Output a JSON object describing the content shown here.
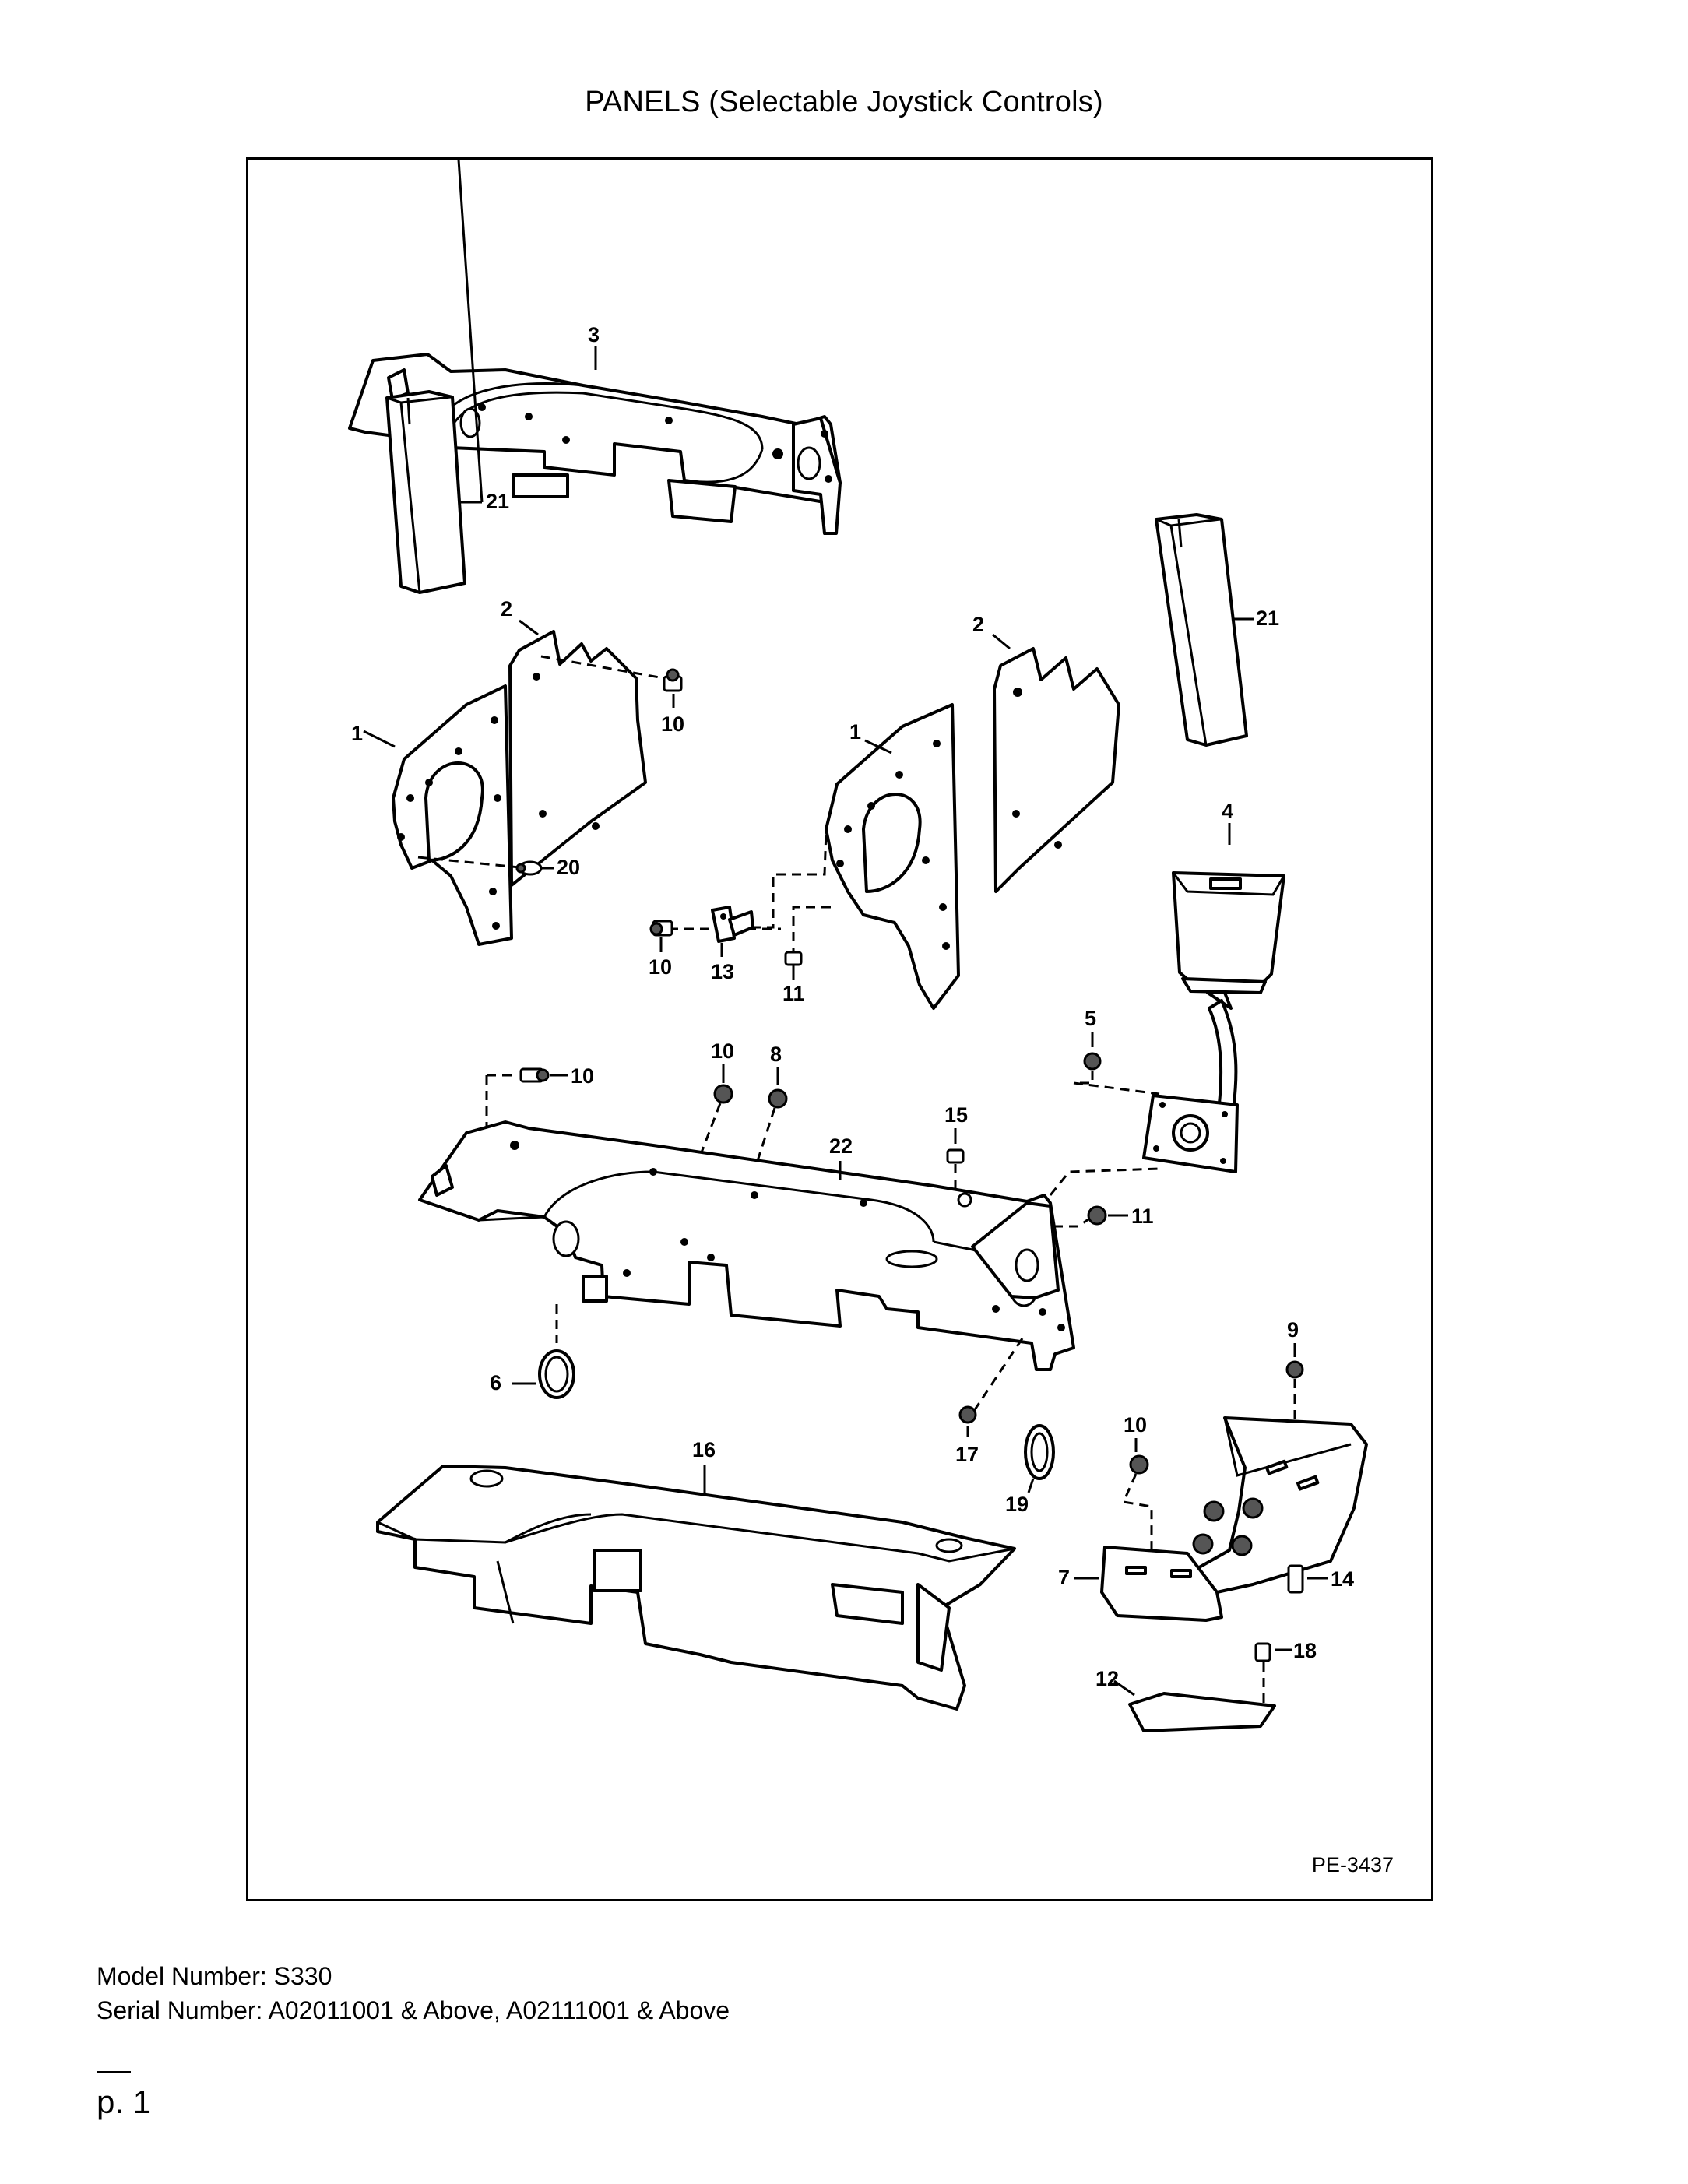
{
  "page": {
    "title": "PANELS (Selectable Joystick Controls)",
    "model_number": "Model Number: S330",
    "serial_number": "Serial Number: A02011001 & Above, A02111001 & Above",
    "page_number": "p. 1"
  },
  "diagram": {
    "drawing_code": "PE-3437",
    "callouts": [
      {
        "id": "callout-3",
        "label": "3"
      },
      {
        "id": "callout-21-left",
        "label": "21"
      },
      {
        "id": "callout-21-right",
        "label": "21"
      },
      {
        "id": "callout-2-left",
        "label": "2"
      },
      {
        "id": "callout-2-right",
        "label": "2"
      },
      {
        "id": "callout-10-a",
        "label": "10"
      },
      {
        "id": "callout-1-left",
        "label": "1"
      },
      {
        "id": "callout-1-right",
        "label": "1"
      },
      {
        "id": "callout-4",
        "label": "4"
      },
      {
        "id": "callout-20",
        "label": "20"
      },
      {
        "id": "callout-10-b",
        "label": "10"
      },
      {
        "id": "callout-13",
        "label": "13"
      },
      {
        "id": "callout-11-a",
        "label": "11"
      },
      {
        "id": "callout-5",
        "label": "5"
      },
      {
        "id": "callout-10-c",
        "label": "10"
      },
      {
        "id": "callout-10-d",
        "label": "10"
      },
      {
        "id": "callout-8",
        "label": "8"
      },
      {
        "id": "callout-15",
        "label": "15"
      },
      {
        "id": "callout-22",
        "label": "22"
      },
      {
        "id": "callout-11-b",
        "label": "11"
      },
      {
        "id": "callout-9",
        "label": "9"
      },
      {
        "id": "callout-6",
        "label": "6"
      },
      {
        "id": "callout-17",
        "label": "17"
      },
      {
        "id": "callout-19",
        "label": "19"
      },
      {
        "id": "callout-10-e",
        "label": "10"
      },
      {
        "id": "callout-16",
        "label": "16"
      },
      {
        "id": "callout-7",
        "label": "7"
      },
      {
        "id": "callout-14",
        "label": "14"
      },
      {
        "id": "callout-18",
        "label": "18"
      },
      {
        "id": "callout-12",
        "label": "12"
      }
    ]
  }
}
